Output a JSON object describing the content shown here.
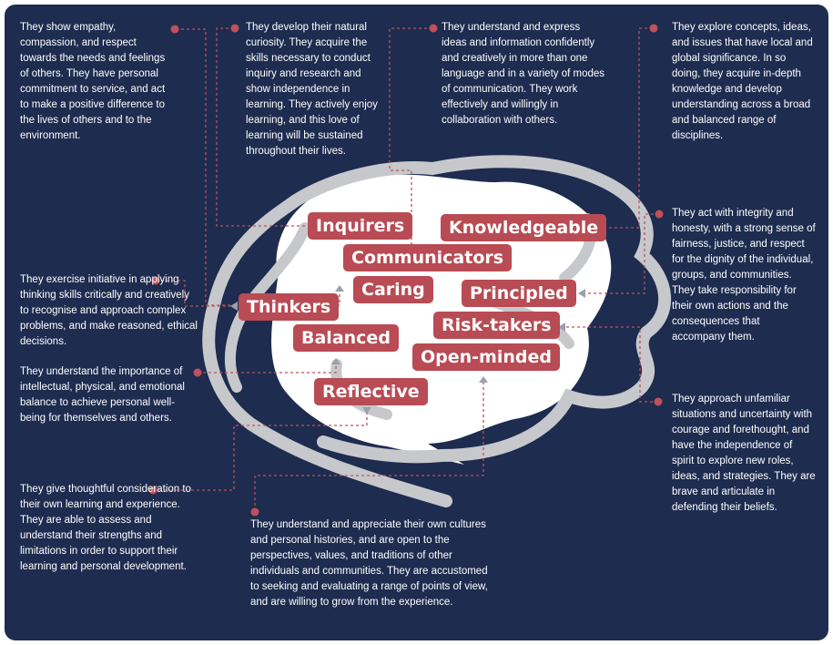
{
  "attributes": [
    {
      "label": "Inquirers",
      "description": "They develop their natural curiosity. They acquire the skills necessary to conduct inquiry and research and show independence in learning. They actively enjoy learning, and this love of learning will be sustained throughout their lives."
    },
    {
      "label": "Knowledgeable",
      "description": "They explore concepts, ideas, and issues that have local and global significance. In so doing, they acquire in-depth knowledge and develop understanding across a broad and balanced range of disciplines."
    },
    {
      "label": "Communicators",
      "description": "They understand and express ideas and information confidently and creatively in more than one language and in a variety of modes of communication. They work effectively and willingly in collaboration with others."
    },
    {
      "label": "Caring",
      "description": "They show empathy, compassion, and respect towards the needs and feelings of others. They have personal commitment to service, and act to make a positive difference to the lives of others and to the environment."
    },
    {
      "label": "Principled",
      "description": "They act with integrity and honesty, with a strong sense of fairness, justice, and respect for the dignity of the individual, groups, and communities. They take responsibility for their own actions and the consequences that accompany them."
    },
    {
      "label": "Thinkers",
      "description": "They exercise initiative in applying thinking skills critically and creatively to recognise and approach complex problems, and make reasoned, ethical decisions."
    },
    {
      "label": "Risk-takers",
      "description": "They approach unfamiliar situations and uncertainty with courage and forethought, and have the independence of spirit to explore new roles, ideas, and strategies. They are brave and articulate in defending their beliefs."
    },
    {
      "label": "Balanced",
      "description": "They understand the importance of intellectual, physical, and emotional balance to achieve personal well-being for themselves and others."
    },
    {
      "label": "Open-minded",
      "description": "They understand and appreciate their own cultures and personal histories, and are open to the perspectives, values, and traditions of other individuals and communities. They are accustomed to seeking and evaluating a range of points of view, and are willing to grow from the experience."
    },
    {
      "label": "Reflective",
      "description": "They give thoughtful consideration to their own learning and experience. They are able to assess and understand their strengths and limitations in order to support their learning and personal development."
    }
  ],
  "colors": {
    "background": "#1d2c4f",
    "tag": "#b84b54",
    "brain_outline": "#c7c8cc",
    "brain_fill": "#ffffff",
    "connector": "#c0505a"
  }
}
